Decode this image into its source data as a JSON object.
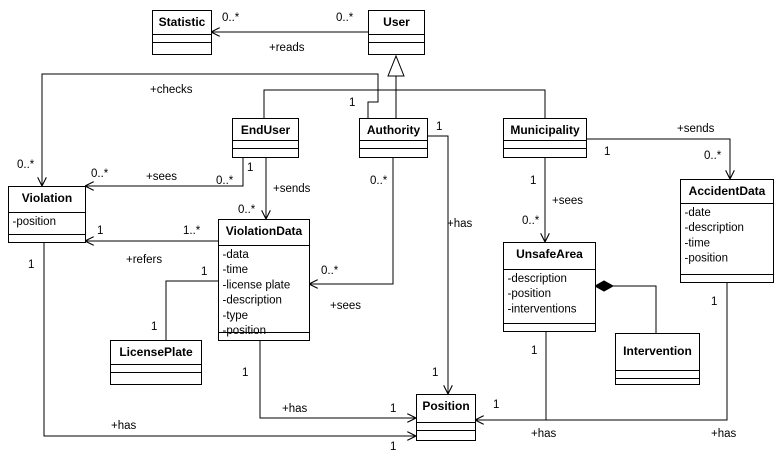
{
  "classes": {
    "statistic": {
      "name": "Statistic"
    },
    "user": {
      "name": "User"
    },
    "enduser": {
      "name": "EndUser"
    },
    "authority": {
      "name": "Authority"
    },
    "municipality": {
      "name": "Municipality"
    },
    "violation": {
      "name": "Violation",
      "attributes": [
        "-position"
      ]
    },
    "violationdata": {
      "name": "ViolationData",
      "attributes": [
        "-data",
        "-time",
        "-license plate",
        "-description",
        "-type",
        "-position"
      ]
    },
    "accidentdata": {
      "name": "AccidentData",
      "attributes": [
        "-date",
        "-description",
        "-time",
        "-position"
      ]
    },
    "unsafearea": {
      "name": "UnsafeArea",
      "attributes": [
        "-description",
        "-position",
        "-interventions"
      ]
    },
    "licenseplate": {
      "name": "LicensePlate"
    },
    "intervention": {
      "name": "Intervention"
    },
    "position": {
      "name": "Position"
    }
  },
  "associations": {
    "reads": {
      "label": "+reads",
      "m1": "0..*",
      "m2": "0..*"
    },
    "checks": {
      "label": "+checks",
      "m1": "1",
      "m2": "0..*"
    },
    "sees_viol": {
      "label": "+sees",
      "m1": "0..*",
      "m2": "0..*"
    },
    "sends_vd": {
      "label": "+sends",
      "m1": "1",
      "m2": "0..*"
    },
    "refers": {
      "label": "+refers",
      "m1": "1",
      "m2": "1..*"
    },
    "auth_sees": {
      "label": "+sees",
      "m1": "0..*",
      "m2": "0..*"
    },
    "auth_has": {
      "label": "+has",
      "m1": "1",
      "m2": "1"
    },
    "muni_sends": {
      "label": "+sends",
      "m1": "1",
      "m2": "0..*"
    },
    "muni_sees": {
      "label": "+sees",
      "m1": "1",
      "m2": "0..*"
    },
    "lp": {
      "m1": "1",
      "m2": "1"
    },
    "vd_has": {
      "label": "+has",
      "m1": "1",
      "m2": "1"
    },
    "viol_has": {
      "label": "+has",
      "m1": "1",
      "m2": "1"
    },
    "ua_has": {
      "label": "+has",
      "m1": "1",
      "m2": "1"
    },
    "acc_has": {
      "label": "+has",
      "m1": "1"
    }
  }
}
